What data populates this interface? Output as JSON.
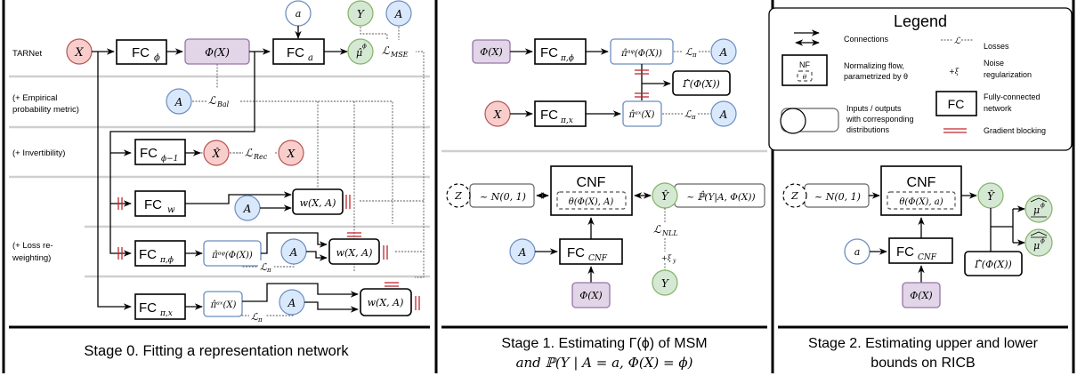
{
  "stage0": {
    "caption": "Stage 0. Fitting a representation network",
    "row_labels": {
      "tarnet": "TARNet",
      "empirical_1": "(+ Empirical",
      "empirical_2": "probability metric)",
      "invertibility": "(+ Invertibility)",
      "loss_1": "(+ Loss re-",
      "loss_2": "weighting)"
    },
    "nodes": {
      "x_input": "X",
      "fc_phi": "FC",
      "fc_phi_sub": "ϕ",
      "phi_x": "Φ(X)",
      "a_input": "a",
      "fc_a": "FC",
      "fc_a_sub": "a",
      "mu_hat": "μ̂",
      "mu_hat_sub": "a",
      "mu_hat_sup": "ϕ",
      "y_target": "Y",
      "a_target": "A",
      "loss_mse": "ℒ",
      "loss_mse_sub": "MSE",
      "a_bal": "A",
      "loss_bal": "ℒ",
      "loss_bal_sub": "Bal",
      "fc_phi_inv": "FC",
      "fc_phi_inv_sub": "ϕ−1",
      "x_hat": "X̂",
      "loss_rec": "ℒ",
      "loss_rec_sub": "Rec",
      "x_rec_target": "X",
      "fc_w": "FC",
      "fc_w_sub": "w",
      "a_w": "A",
      "w_xa_1": "w(X, A)",
      "fc_pi_phi": "FC",
      "fc_pi_phi_sub": "π,ϕ",
      "pi_phi": "π̂ᵃᵠ(Φ(X))",
      "a_pi_phi": "A",
      "loss_pi_1": "ℒ",
      "loss_pi_sub": "π",
      "w_xa_2": "w(X, A)",
      "fc_pi_x": "FC",
      "fc_pi_x_sub": "π,x",
      "pi_x": "π̂ᵃˣ(X)",
      "a_pi_x": "A",
      "loss_pi_2": "ℒ",
      "w_xa_3": "w(X, A)"
    }
  },
  "stage1": {
    "caption_line1": "Stage 1. Estimating Γ(ϕ) of MSM",
    "caption_line2": "and ℙ(Y | A = a, Φ(X) = ϕ)",
    "nodes": {
      "phi_x": "Φ(X)",
      "fc_pi_phi": "FC",
      "fc_pi_phi_sub": "π,ϕ",
      "pi_phi": "π̂ᵃᵠ(Φ(X))",
      "loss_pi": "ℒ",
      "loss_pi_sub": "π",
      "a_1": "A",
      "gamma_hat": "Γ̂(Φ(X))",
      "x_input": "X",
      "fc_pi_x": "FC",
      "fc_pi_x_sub": "π,x",
      "pi_x": "π̂ᵃˣ(X)",
      "a_2": "A",
      "z": "Z",
      "z_dist": "~ N(0, 1)",
      "cnf": "CNF",
      "theta": "θ(Φ(X), A)",
      "y_hat": "Ŷ",
      "y_dist": "~ ℙ̂(Y|A, Φ(X))",
      "loss_nll": "ℒ",
      "loss_nll_sub": "NLL",
      "noise": "+ξ",
      "noise_sub": "y",
      "y_target": "Y",
      "a_cnf": "A",
      "fc_cnf": "FC",
      "fc_cnf_sub": "CNF",
      "phi_x_bottom": "Φ(X)"
    }
  },
  "stage2": {
    "caption_line1": "Stage 2. Estimating upper and lower",
    "caption_line2": "bounds on RICB",
    "nodes": {
      "z": "Z",
      "z_dist": "~ N(0, 1)",
      "cnf": "CNF",
      "theta": "θ(Φ(X), a)",
      "y_hat": "Ŷ",
      "mu_upper": "μ",
      "mu_lower": "μ",
      "mu_sub": "a",
      "mu_sup": "ϕ",
      "a_cnf": "a",
      "fc_cnf": "FC",
      "fc_cnf_sub": "CNF",
      "gamma_hat": "Γ̂(Φ(X))",
      "phi_x_bottom": "Φ(X)"
    }
  },
  "legend": {
    "title": "Legend",
    "connections": "Connections",
    "losses": "Losses",
    "loss_symbol": "ℒ",
    "nf_box": "NF",
    "nf_theta": "θ",
    "nf_label_1": "Normalizing flow,",
    "nf_label_2": "parametrized by θ",
    "noise_symbol": "+ξ",
    "noise_label_1": "Noise",
    "noise_label_2": "regularization",
    "io_label_1": "Inputs / outputs",
    "io_label_2": "with corresponding",
    "io_label_3": "distributions",
    "fc_box": "FC",
    "fc_label_1": "Fully-connected",
    "fc_label_2": "network",
    "grad_label": "Gradient blocking"
  },
  "colors": {
    "treatment_blue": "#dae8fc",
    "covariate_red": "#f8cecc",
    "outcome_green": "#d5e8d4",
    "representation_purple": "#e1d5e7",
    "gradient_block_red": "#c0272d"
  }
}
